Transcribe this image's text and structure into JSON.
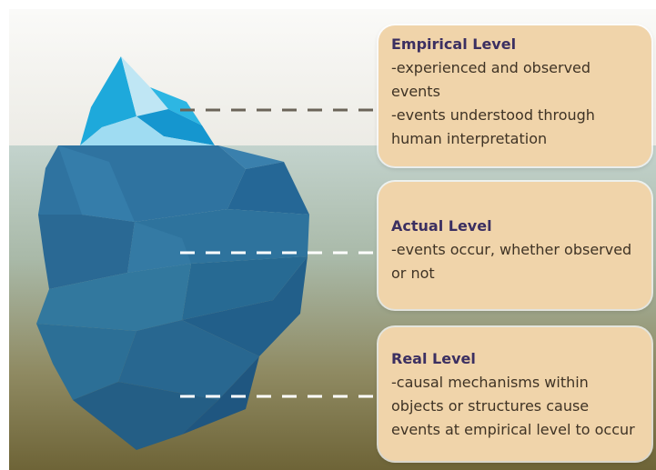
{
  "levels": [
    {
      "title": "Empirical Level",
      "lines": [
        "-experienced and observed",
        "events",
        "-events understood through",
        "human interpretation"
      ]
    },
    {
      "title": "Actual Level",
      "lines": [
        "-events occur, whether observed",
        "or not"
      ]
    },
    {
      "title": "Real Level",
      "lines": [
        "-causal mechanisms within",
        "objects or structures cause",
        "events at empirical level to occur"
      ]
    }
  ],
  "colors": {
    "sky": "#f3f2ee",
    "water_top": "#b7c9c2",
    "water_bottom": "#786a3c",
    "box_fill": "#f0d4aa",
    "title_text": "#3b2f61",
    "ice_light": "#bfe8f6",
    "ice_mid": "#22b0e1",
    "iceberg_deep": "#236a92"
  }
}
